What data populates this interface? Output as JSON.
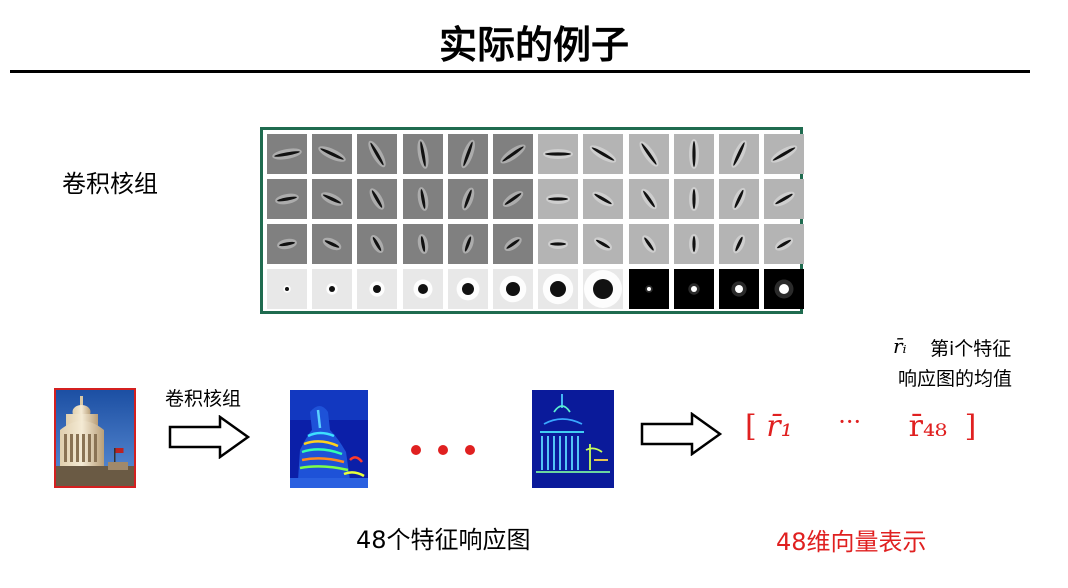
{
  "title": "实际的例子",
  "filter_bank": {
    "label": "卷积核组",
    "rows": 4,
    "cols": 12,
    "oriented_angles": [
      -10,
      25,
      60,
      80,
      110,
      145,
      0,
      30,
      55,
      90,
      115,
      150
    ],
    "blob_sizes": [
      2,
      3,
      4,
      5,
      6,
      7,
      8,
      10,
      2,
      3,
      4,
      5
    ],
    "colors": {
      "border": "#1f6b4f",
      "dark_bg": "#808080",
      "light_bg": "#b4b4b4",
      "blob_bg": "#000000"
    }
  },
  "legend": {
    "symbol": "r̄ᵢ",
    "line1": "第i个特征",
    "line2": "响应图的均值"
  },
  "pipeline": {
    "arrow_label": "卷积核组",
    "ellipsis": "• • •",
    "vector_open": "[",
    "vector_first": "r̄₁",
    "vector_dots": "···",
    "vector_last": "r̄₄₈",
    "vector_close": "]",
    "maps_caption": "48个特征响应图",
    "vector_caption": "48维向量表示",
    "accent_color": "#e02020"
  }
}
